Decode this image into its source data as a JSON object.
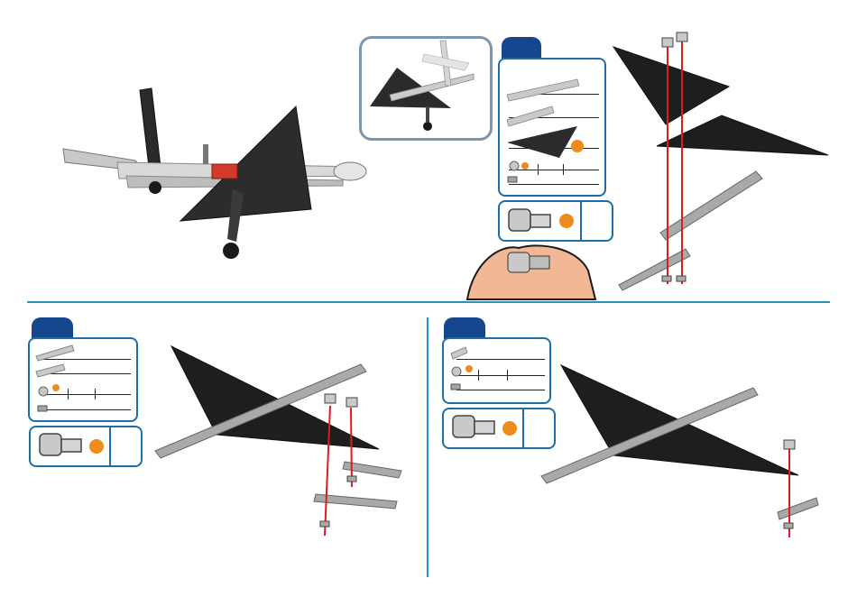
{
  "page": {
    "background": "#ffffff",
    "accent_blue": "#1b6ea8",
    "step_tab_blue": "#15478e",
    "divider_blue": "#2a8fc1",
    "orange_marker": "#f08a1c",
    "red_guide": "#e01a22",
    "plate_color": "#1e1e1e",
    "strip_color": "#a9a9a9"
  },
  "steps": [
    {
      "id": "step-top-right",
      "parts": [
        "perforated-strip-long",
        "perforated-strip-short",
        "triangular-plate",
        "bolt-with-nut",
        "nut"
      ],
      "icons": [
        "strip-icon",
        "strip-icon",
        "triangle-plate-icon",
        "bolt-icon",
        "nut-icon",
        "orange-dot-icon",
        "hand-icon"
      ]
    },
    {
      "id": "step-bottom-left",
      "parts": [
        "perforated-strip",
        "perforated-strip",
        "bolt-with-nut",
        "nut"
      ],
      "icons": [
        "strip-icon",
        "bolt-icon",
        "nut-icon",
        "orange-dot-icon"
      ]
    },
    {
      "id": "step-bottom-right",
      "parts": [
        "small-strip",
        "bolt-with-nut",
        "nut"
      ],
      "icons": [
        "strip-icon",
        "bolt-icon",
        "nut-icon",
        "orange-dot-icon"
      ]
    }
  ]
}
